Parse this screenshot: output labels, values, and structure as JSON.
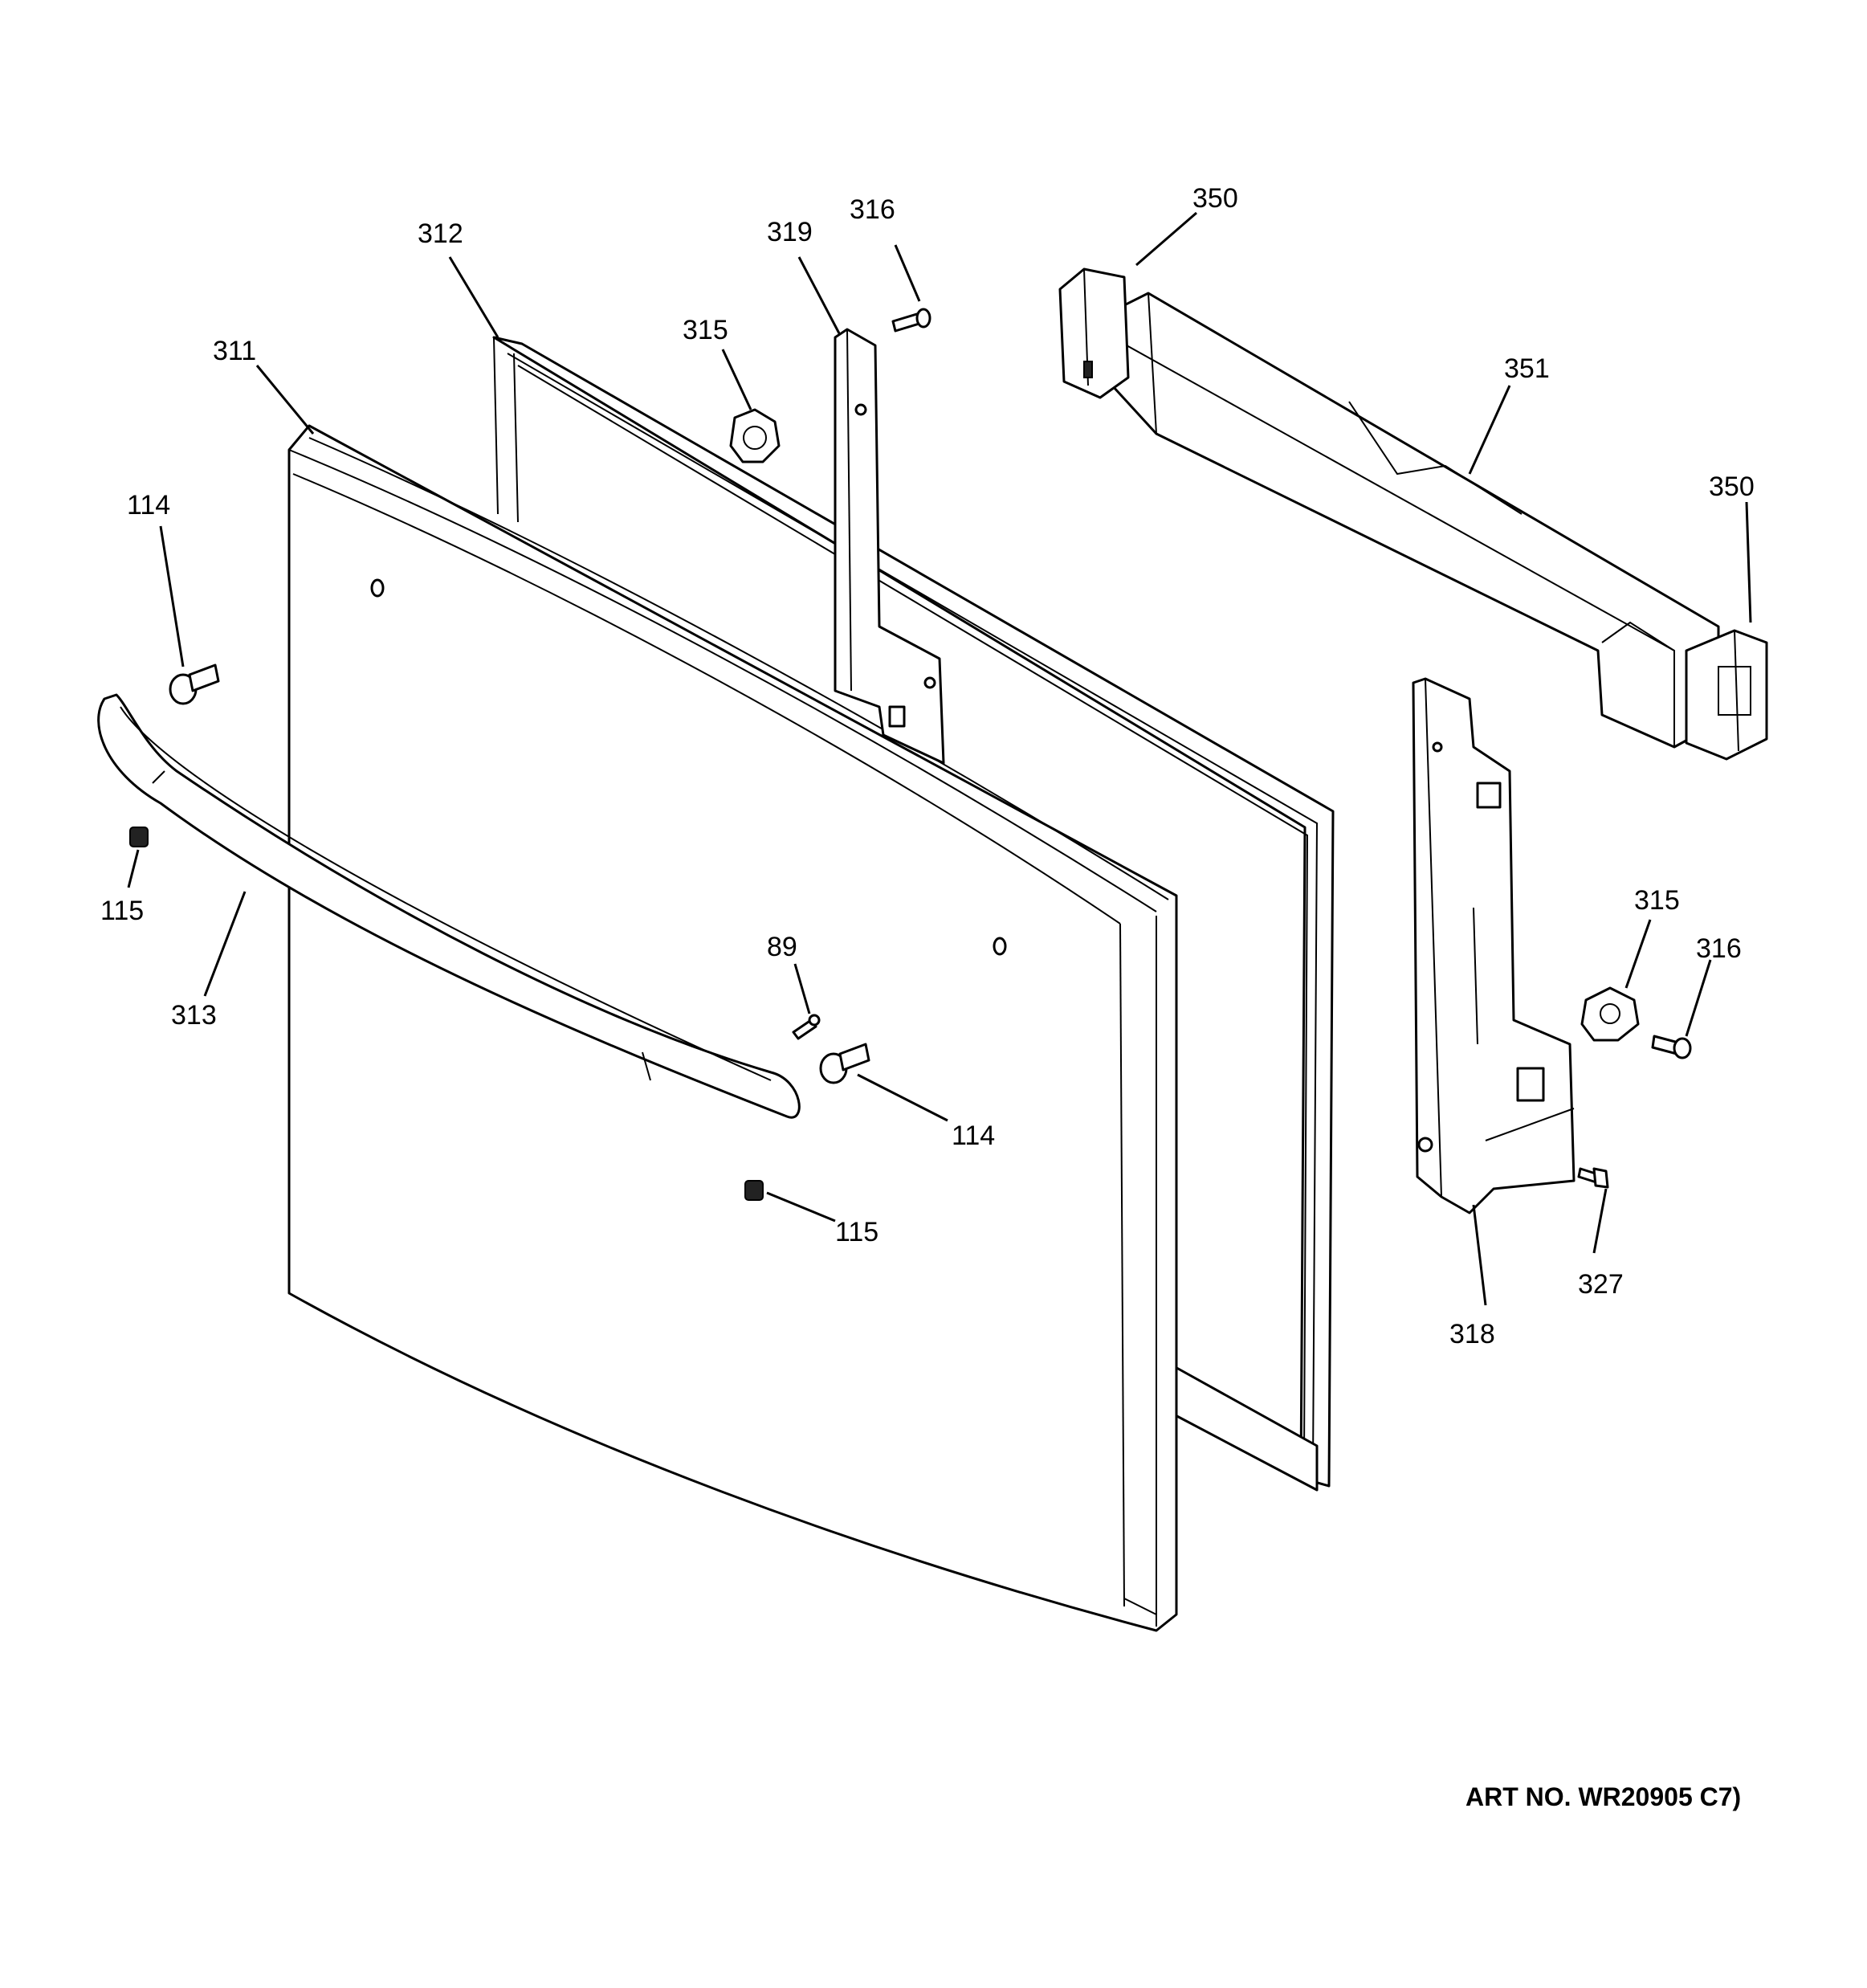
{
  "callouts": {
    "c311": "311",
    "c312": "312",
    "c313": "313",
    "c114a": "114",
    "c114b": "114",
    "c115a": "115",
    "c115b": "115",
    "c89": "89",
    "c315a": "315",
    "c315b": "315",
    "c316a": "316",
    "c316b": "316",
    "c319": "319",
    "c318": "318",
    "c327": "327",
    "c350a": "350",
    "c350b": "350",
    "c351": "351"
  },
  "art_number": "ART NO. WR20905 C7)"
}
